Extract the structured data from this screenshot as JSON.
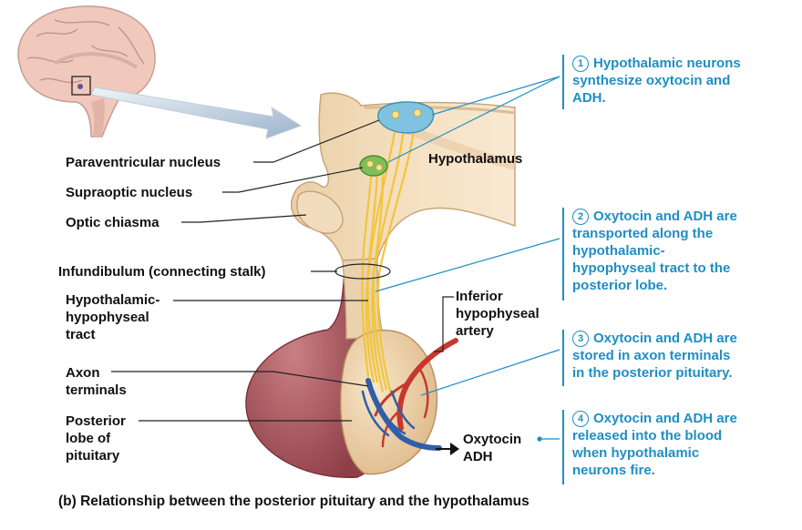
{
  "labels": {
    "paraventricular": "Paraventricular nucleus",
    "supraoptic": "Supraoptic nucleus",
    "optic_chiasma": "Optic chiasma",
    "infundibulum": "Infundibulum (connecting stalk)",
    "tract": [
      "Hypothalamic-",
      "hypophyseal",
      "tract"
    ],
    "axon_terminals": [
      "Axon",
      "terminals"
    ],
    "posterior_lobe": [
      "Posterior",
      "lobe of",
      "pituitary"
    ],
    "hypothalamus": "Hypothalamus",
    "inferior_artery": [
      "Inferior",
      "hypophyseal",
      "artery"
    ],
    "hormones": [
      "Oxytocin",
      "ADH"
    ]
  },
  "steps": [
    {
      "number": "1",
      "lines": [
        "Hypothalamic neurons",
        "synthesize oxytocin and",
        "ADH."
      ]
    },
    {
      "number": "2",
      "lines": [
        "Oxytocin and ADH are",
        "transported along the",
        "hypothalamic-",
        "hypophyseal tract to the",
        "posterior lobe."
      ]
    },
    {
      "number": "3",
      "lines": [
        "Oxytocin and ADH are",
        "stored in axon terminals",
        "in the posterior pituitary."
      ]
    },
    {
      "number": "4",
      "lines": [
        "Oxytocin and ADH are",
        "released into the blood",
        "when hypothalamic",
        "neurons fire."
      ]
    }
  ],
  "caption": "(b) Relationship between the posterior pituitary and the hypothalamus",
  "colors": {
    "step_text": "#1f8ec4",
    "artery": "#c8372d",
    "vein": "#2f5fa8",
    "anterior_lobe": "#a8585e",
    "posterior_lobe": "#ecd0a6",
    "brain_tissue": "#f2d9b5",
    "nucleus_paraventricular": "#7fc3e0",
    "nucleus_supraoptic": "#7fbf5a",
    "neuron_axons": "#f2c53a"
  }
}
